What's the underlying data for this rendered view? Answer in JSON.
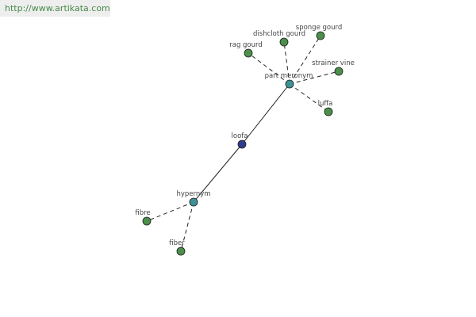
{
  "watermark": {
    "url": "http://www.artikata.com"
  },
  "colors": {
    "leaf": "#4b8f4a",
    "hub": "#3f9294",
    "center": "#2f3c8e",
    "stroke": "#1d1d1d",
    "edge": "#222222",
    "watermark_bg": "#eeeeee",
    "watermark_text": "#4a8a4a"
  },
  "graph": {
    "center": {
      "label": "loofa",
      "kind": "center"
    },
    "hubs": [
      {
        "key": "part_meronym",
        "label": "part meronym",
        "kind": "hub"
      },
      {
        "key": "hypernym",
        "label": "hypernym",
        "kind": "hub"
      }
    ],
    "leaves": [
      {
        "key": "rag_gourd",
        "label": "rag gourd",
        "parent": "part_meronym"
      },
      {
        "key": "dishcloth_gourd",
        "label": "dishcloth gourd",
        "parent": "part_meronym"
      },
      {
        "key": "sponge_gourd",
        "label": "sponge gourd",
        "parent": "part_meronym"
      },
      {
        "key": "strainer_vine",
        "label": "strainer vine",
        "parent": "part_meronym"
      },
      {
        "key": "luffa",
        "label": "luffa",
        "parent": "part_meronym"
      },
      {
        "key": "fibre",
        "label": "fibre",
        "parent": "hypernym"
      },
      {
        "key": "fiber",
        "label": "fiber",
        "parent": "hypernym"
      }
    ]
  }
}
